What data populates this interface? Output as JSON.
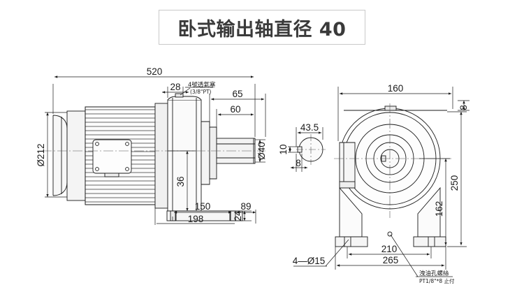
{
  "title": {
    "text": "卧式输出轴直径 40"
  },
  "drawing": {
    "type": "engineering-dimension-drawing",
    "subject": "horizontal gear motor",
    "left_view": {
      "name": "side-elevation",
      "dimensions": {
        "overall_length": "520",
        "housing_diameter": "Ø212",
        "vent_offset": "28",
        "shaft_shoulder": "65",
        "shaft_length": "60",
        "shaft_diameter": "Ø40",
        "center_height": "36",
        "foot_thickness": "24",
        "foot_hole_spacing": "150",
        "foot_rear": "89",
        "foot_total": "198"
      },
      "annotations": {
        "vent_plug_line1": "4號透氣塞",
        "vent_plug_line2": "(3/8\"PT)"
      }
    },
    "detail_view": {
      "name": "key-detail",
      "dimensions": {
        "width": "43.5",
        "key_width": "10",
        "key_depth": "8"
      }
    },
    "right_view": {
      "name": "end-elevation",
      "dimensions": {
        "half_width": "160",
        "flange_thickness": "8",
        "overall_height": "250",
        "center_height": "162",
        "foot_hole_spacing": "210",
        "foot_width": "265",
        "foot_holes": "4—Ø15"
      },
      "annotations": {
        "drain_line1": "洩油孔螺絲",
        "drain_line2": "PT1/8\"*8 止付"
      }
    }
  },
  "colors": {
    "line": "#1a1a1a",
    "fill_light": "#f2f2f2",
    "fill_mid": "#e4e4e4",
    "background": "#ffffff",
    "title_border": "#c9c9c9"
  }
}
